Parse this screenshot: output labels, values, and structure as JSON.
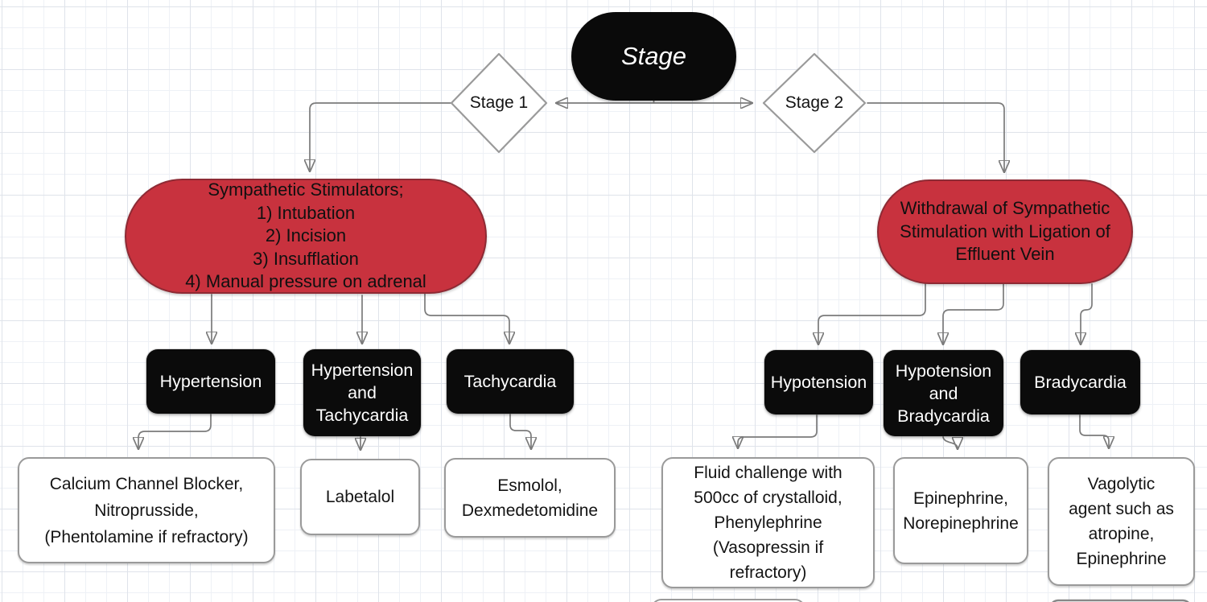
{
  "colors": {
    "red_fill": "#c8323e",
    "red_border": "#8e2a34",
    "black_fill": "#0b0b0b",
    "white_fill": "#ffffff",
    "box_border": "#9a9a9a",
    "connector": "#7b7b7b",
    "arrowhead": "#333333",
    "grid_major": "#dfe3ea",
    "grid_minor": "#eef1f6"
  },
  "nodes": {
    "stage": {
      "label": "Stage"
    },
    "stage1": {
      "label": "Stage 1"
    },
    "stage2": {
      "label": "Stage 2"
    },
    "stimulators": {
      "text": "Sympathetic Stimulators;\n1) Intubation\n2) Incision\n3) Insufflation\n4) Manual pressure on adrenal"
    },
    "withdrawal": {
      "text": "Withdrawal of Sympathetic\nStimulation with Ligation of\nEffluent Vein"
    },
    "hypertension": {
      "label": "Hypertension"
    },
    "hypertension_tachycardia": {
      "text": "Hypertension\nand\nTachycardia"
    },
    "tachycardia": {
      "label": "Tachycardia"
    },
    "hypotension": {
      "label": "Hypotension"
    },
    "hypotension_bradycardia": {
      "text": "Hypotension\nand\nBradycardia"
    },
    "bradycardia": {
      "label": "Bradycardia"
    },
    "tx_hypertension": {
      "text": "Calcium Channel Blocker,\nNitroprusside,\n(Phentolamine if refractory)"
    },
    "tx_hypertension_tachycardia": {
      "label": "Labetalol"
    },
    "tx_tachycardia": {
      "text": "Esmolol,\nDexmedetomidine"
    },
    "tx_hypotension": {
      "text": "Fluid challenge with\n500cc of crystalloid,\nPhenylephrine\n(Vasopressin if\nrefractory)"
    },
    "tx_hypotension_bradycardia": {
      "text": "Epinephrine,\nNorepinephrine"
    },
    "tx_bradycardia": {
      "text": "Vagolytic\nagent such as\natropine,\nEpinephrine"
    }
  }
}
